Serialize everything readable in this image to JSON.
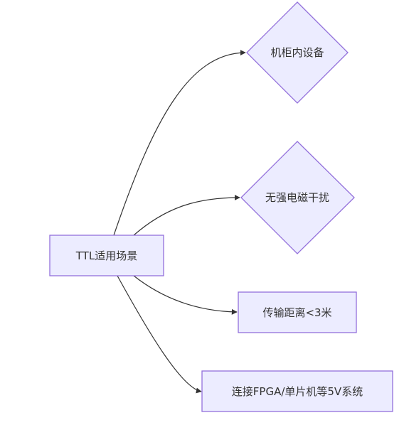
{
  "diagram": {
    "root": {
      "id": "root",
      "shape": "rect",
      "label": "TTL适用场景"
    },
    "children": [
      {
        "id": "c1",
        "shape": "diamond",
        "label": "机柜内设备"
      },
      {
        "id": "c2",
        "shape": "diamond",
        "label": "无强电磁干扰"
      },
      {
        "id": "c3",
        "shape": "rect",
        "label": "传输距离<3米"
      },
      {
        "id": "c4",
        "shape": "rect",
        "label": "连接FPGA/单片机等5V系统"
      }
    ],
    "colors": {
      "node_fill": "#ececff",
      "node_stroke": "#9370db",
      "edge": "#333333",
      "text": "#333333"
    }
  }
}
